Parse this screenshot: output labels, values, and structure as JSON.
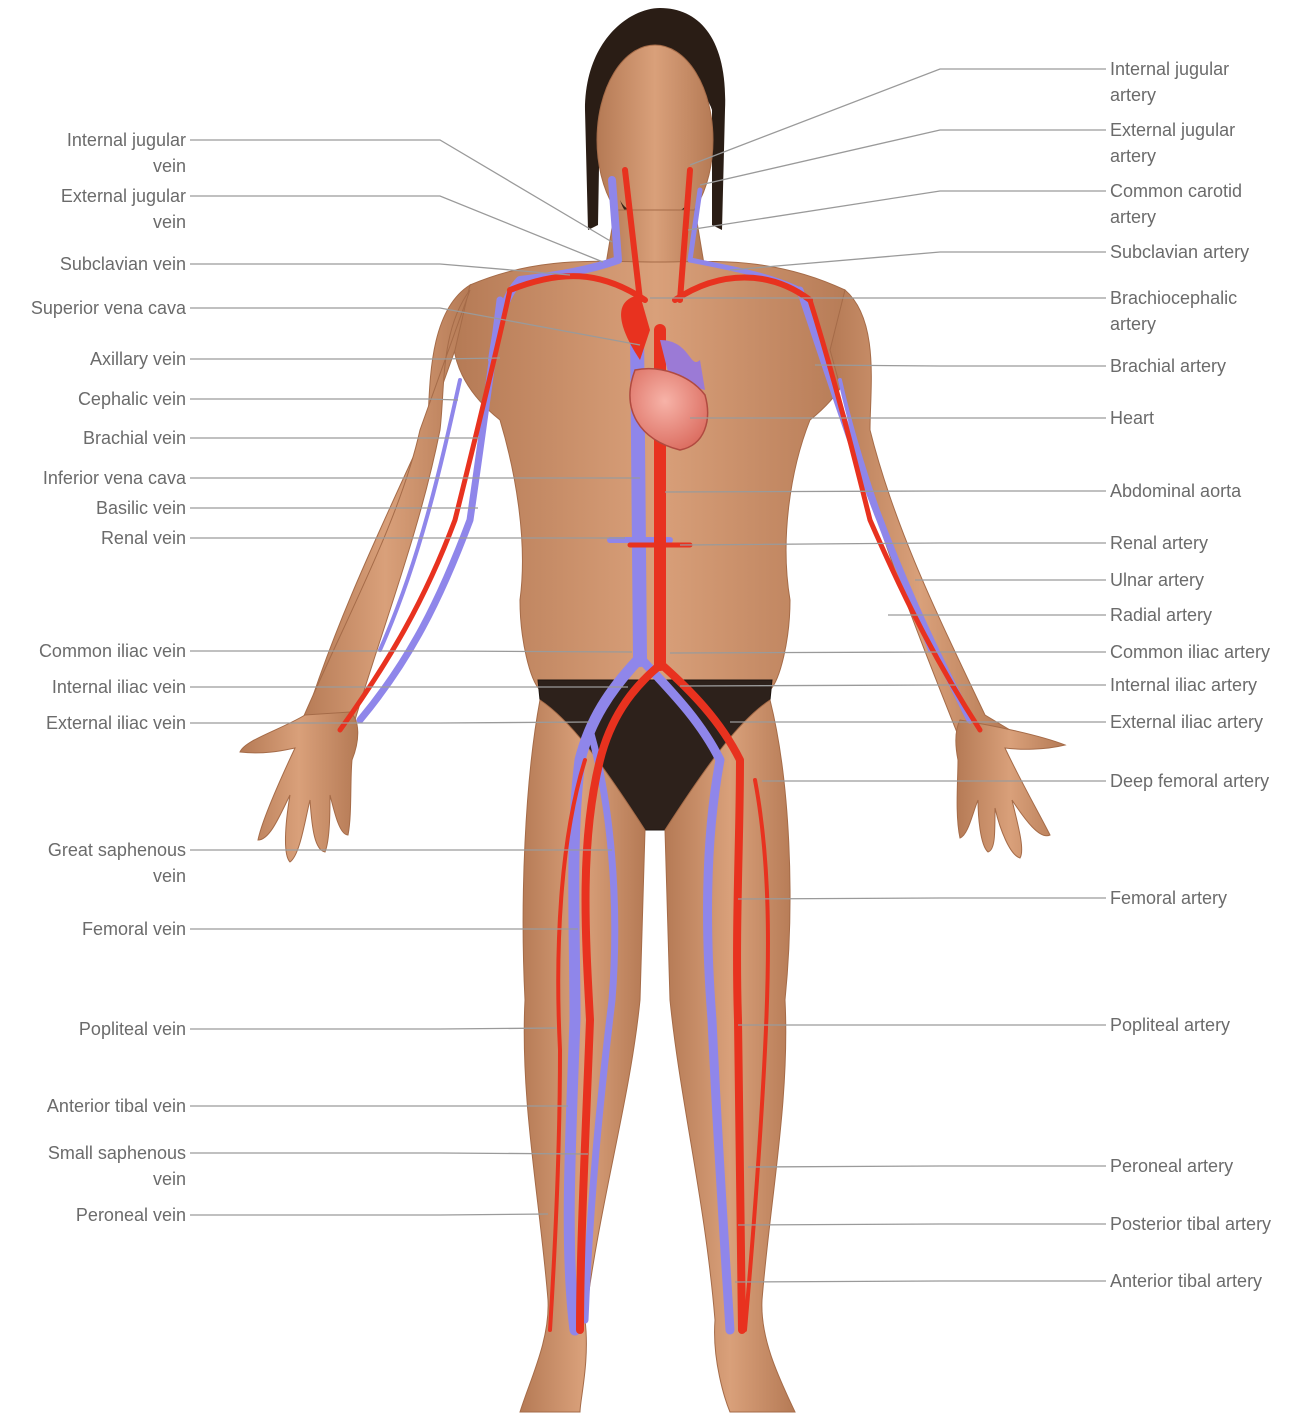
{
  "colors": {
    "artery": "#e8321f",
    "vein": "#8f86ea",
    "skin": "#c98f6a",
    "leader": "#9a9a9a",
    "label": "#6b6b6b"
  },
  "figure": {
    "subject": "human-body-figure",
    "heart": "heart-icon"
  },
  "left_labels": [
    {
      "name": "internal-jugular-vein-label",
      "lines": [
        "Internal jugular",
        "vein"
      ]
    },
    {
      "name": "external-jugular-vein-label",
      "lines": [
        "External jugular",
        "vein"
      ]
    },
    {
      "name": "subclavian-vein-label",
      "lines": [
        "Subclavian vein"
      ]
    },
    {
      "name": "superior-vena-cava-label",
      "lines": [
        "Superior vena cava"
      ]
    },
    {
      "name": "axillary-vein-label",
      "lines": [
        "Axillary vein"
      ]
    },
    {
      "name": "cephalic-vein-label",
      "lines": [
        "Cephalic vein"
      ]
    },
    {
      "name": "brachial-vein-label",
      "lines": [
        "Brachial vein"
      ]
    },
    {
      "name": "inferior-vena-cava-label",
      "lines": [
        "Inferior vena cava"
      ]
    },
    {
      "name": "basilic-vein-label",
      "lines": [
        "Basilic vein"
      ]
    },
    {
      "name": "renal-vein-label",
      "lines": [
        "Renal vein"
      ]
    },
    {
      "name": "common-iliac-vein-label",
      "lines": [
        "Common iliac vein"
      ]
    },
    {
      "name": "internal-iliac-vein-label",
      "lines": [
        "Internal iliac vein"
      ]
    },
    {
      "name": "external-iliac-vein-label",
      "lines": [
        "External iliac vein"
      ]
    },
    {
      "name": "great-saphenous-vein-label",
      "lines": [
        "Great saphenous",
        "vein"
      ]
    },
    {
      "name": "femoral-vein-label",
      "lines": [
        "Femoral vein"
      ]
    },
    {
      "name": "popliteal-vein-label",
      "lines": [
        "Popliteal vein"
      ]
    },
    {
      "name": "anterior-tibial-vein-label",
      "lines": [
        "Anterior tibal vein"
      ]
    },
    {
      "name": "small-saphenous-vein-label",
      "lines": [
        "Small saphenous",
        "vein"
      ]
    },
    {
      "name": "peroneal-vein-label",
      "lines": [
        "Peroneal vein"
      ]
    }
  ],
  "right_labels": [
    {
      "name": "internal-jugular-artery-label",
      "lines": [
        "Internal jugular",
        "artery"
      ]
    },
    {
      "name": "external-jugular-artery-label",
      "lines": [
        "External jugular",
        "artery"
      ]
    },
    {
      "name": "common-carotid-artery-label",
      "lines": [
        "Common carotid",
        "artery"
      ]
    },
    {
      "name": "subclavian-artery-label",
      "lines": [
        "Subclavian artery"
      ]
    },
    {
      "name": "brachiocephalic-artery-label",
      "lines": [
        "Brachiocephalic",
        "artery"
      ]
    },
    {
      "name": "brachial-artery-label",
      "lines": [
        "Brachial artery"
      ]
    },
    {
      "name": "heart-label",
      "lines": [
        "Heart"
      ]
    },
    {
      "name": "abdominal-aorta-label",
      "lines": [
        "Abdominal aorta"
      ]
    },
    {
      "name": "renal-artery-label",
      "lines": [
        "Renal artery"
      ]
    },
    {
      "name": "ulnar-artery-label",
      "lines": [
        "Ulnar artery"
      ]
    },
    {
      "name": "radial-artery-label",
      "lines": [
        "Radial artery"
      ]
    },
    {
      "name": "common-iliac-artery-label",
      "lines": [
        "Common iliac artery"
      ]
    },
    {
      "name": "internal-iliac-artery-label",
      "lines": [
        "Internal iliac artery"
      ]
    },
    {
      "name": "external-iliac-artery-label",
      "lines": [
        "External iliac artery"
      ]
    },
    {
      "name": "deep-femoral-artery-label",
      "lines": [
        "Deep femoral artery"
      ]
    },
    {
      "name": "femoral-artery-label",
      "lines": [
        "Femoral artery"
      ]
    },
    {
      "name": "popliteal-artery-label",
      "lines": [
        "Popliteal artery"
      ]
    },
    {
      "name": "peroneal-artery-label",
      "lines": [
        "Peroneal artery"
      ]
    },
    {
      "name": "posterior-tibial-artery-label",
      "lines": [
        "Posterior tibal artery"
      ]
    },
    {
      "name": "anterior-tibial-artery-label",
      "lines": [
        "Anterior tibal artery"
      ]
    }
  ]
}
